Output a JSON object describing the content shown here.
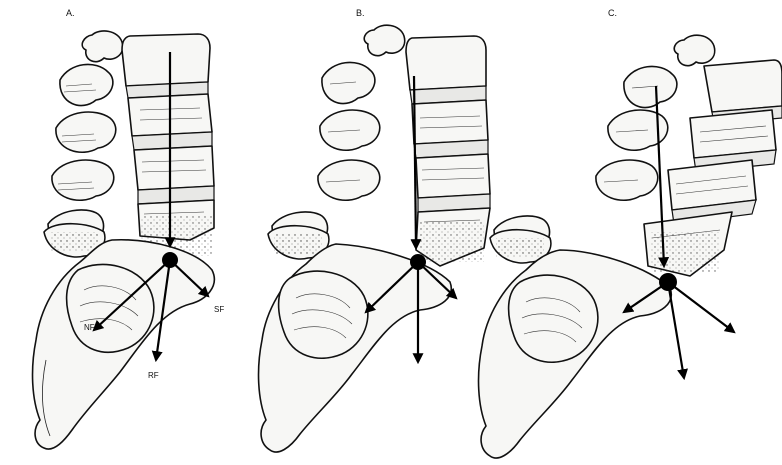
{
  "panels": [
    {
      "letter": "A."
    },
    {
      "letter": "B."
    },
    {
      "letter": "C."
    }
  ],
  "force_labels": {
    "sf": "SF",
    "rf": "RF",
    "nf": "NF"
  }
}
